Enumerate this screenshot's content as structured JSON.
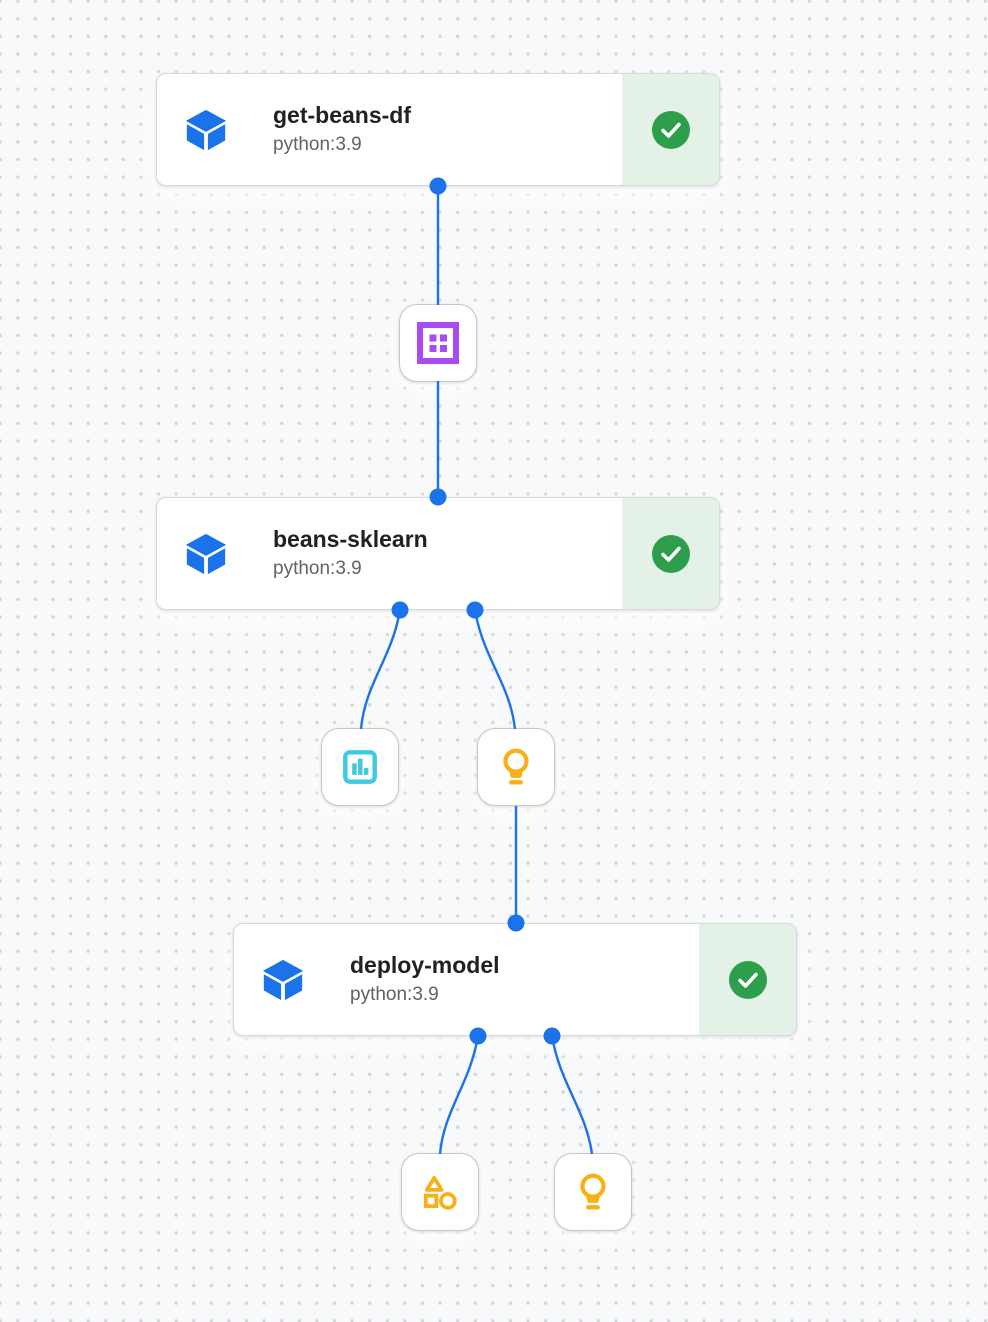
{
  "app": {
    "name": "pipeline-dag-graph"
  },
  "canvas": {
    "background": "#f8f9fa",
    "dot_color": "#d2d6d9"
  },
  "colors": {
    "edge_blue": "#1a73e8",
    "component_blue": "#1a73e8",
    "success_green": "#2d9e4c",
    "success_bg": "#e4f1e7",
    "dataset_purple": "#a94af2",
    "metrics_cyan": "#3fc9de",
    "model_amber": "#f9b017",
    "title_text": "#202124",
    "subtitle_text": "#5f6368"
  },
  "nodes": [
    {
      "title": "get-beans-df",
      "subtitle": "python:3.9",
      "status": "succeeded"
    },
    {
      "title": "beans-sklearn",
      "subtitle": "python:3.9",
      "status": "succeeded"
    },
    {
      "title": "deploy-model",
      "subtitle": "python:3.9",
      "status": "succeeded"
    }
  ],
  "artifacts": [
    {
      "kind": "dataset",
      "icon": "dataset-icon",
      "color": "#a94af2"
    },
    {
      "kind": "metrics",
      "icon": "metrics-icon",
      "color": "#3fc9de"
    },
    {
      "kind": "model",
      "icon": "model-icon",
      "color": "#f9b017"
    },
    {
      "kind": "artifact",
      "icon": "artifact-icon",
      "color": "#f9b017"
    },
    {
      "kind": "model",
      "icon": "model-icon",
      "color": "#f9b017"
    }
  ],
  "edges": [
    {
      "from": "get-beans-df",
      "to": "dataset-artifact"
    },
    {
      "from": "dataset-artifact",
      "to": "beans-sklearn"
    },
    {
      "from": "beans-sklearn",
      "to": "metrics-artifact"
    },
    {
      "from": "beans-sklearn",
      "to": "model-artifact-1"
    },
    {
      "from": "model-artifact-1",
      "to": "deploy-model"
    },
    {
      "from": "deploy-model",
      "to": "generic-artifact"
    },
    {
      "from": "deploy-model",
      "to": "model-artifact-2"
    }
  ]
}
